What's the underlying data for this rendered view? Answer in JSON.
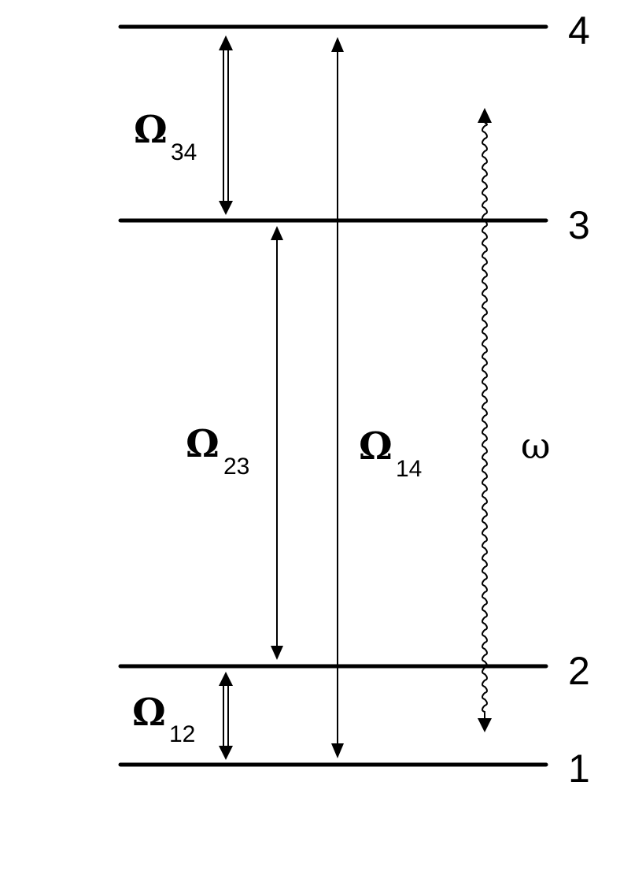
{
  "levels": [
    {
      "label": "4"
    },
    {
      "label": "3"
    },
    {
      "label": "2"
    },
    {
      "label": "1"
    }
  ],
  "couplings": {
    "omega34": {
      "symbol": "Ω",
      "subscript": "34"
    },
    "omega23": {
      "symbol": "Ω",
      "subscript": "23"
    },
    "omega14": {
      "symbol": "Ω",
      "subscript": "14"
    },
    "omega12": {
      "symbol": "Ω",
      "subscript": "12"
    }
  },
  "field": {
    "symbol": "ω"
  },
  "colors": {
    "ink": "#000000",
    "background": "#ffffff"
  }
}
